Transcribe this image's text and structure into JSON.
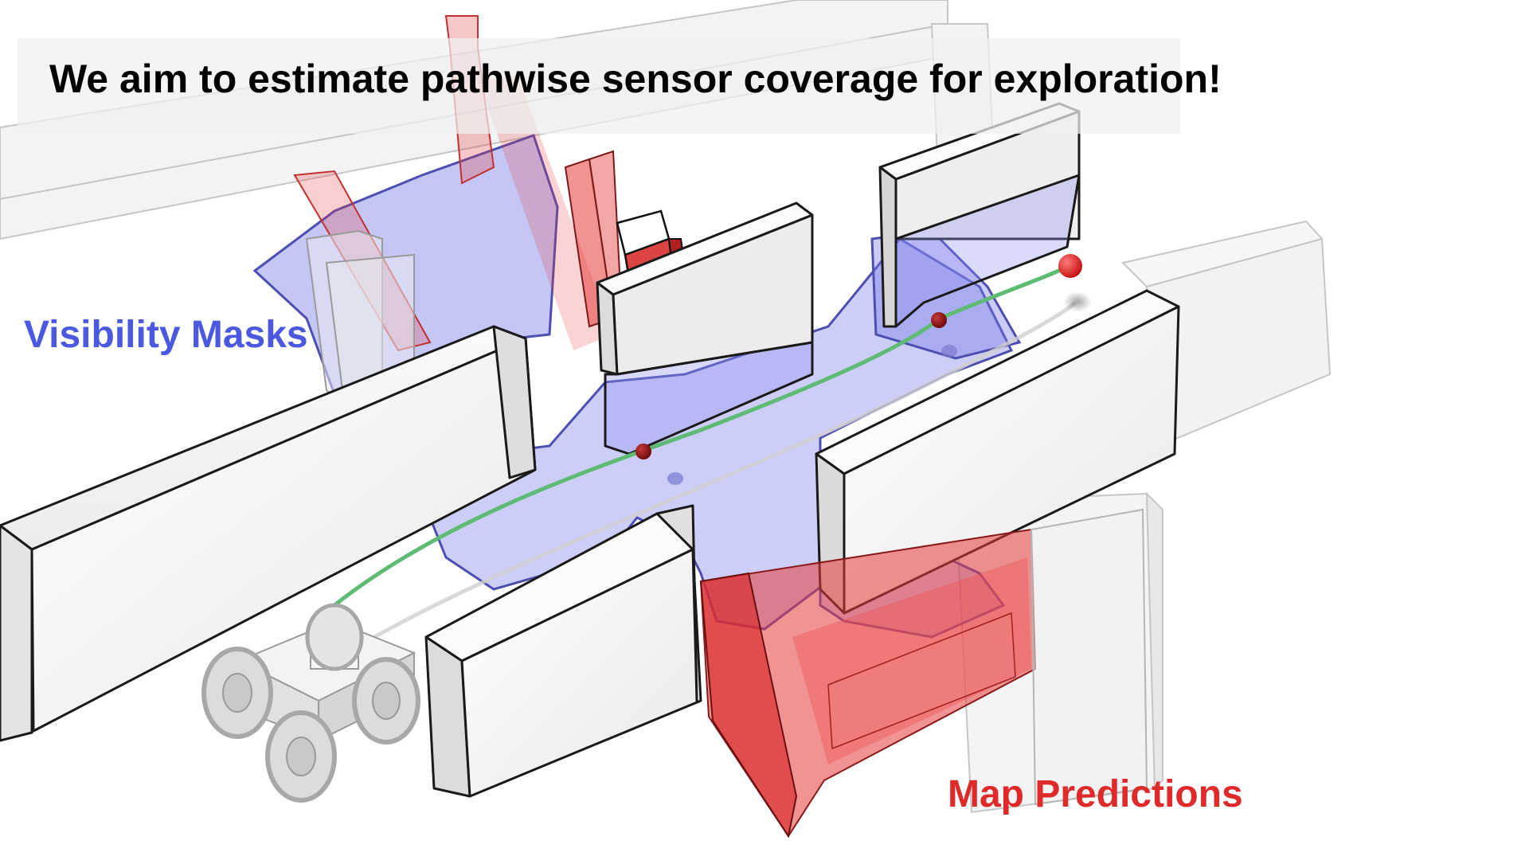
{
  "title": "We aim to estimate pathwise sensor coverage for exploration!",
  "labels": {
    "visibility_masks": "Visibility Masks",
    "map_predictions": "Map Predictions"
  },
  "colors": {
    "visibility_mask": "#6f74e6",
    "visibility_text": "#4a59e0",
    "map_prediction": "#e63a3a",
    "map_prediction_text": "#e02a2a",
    "path": "#5dbb74",
    "waypoint": "#8b1010",
    "goal": "#e21515",
    "wall_edge": "#1a1a1a"
  },
  "icons": {
    "robot": "rover-robot-icon",
    "goal": "goal-sphere-icon",
    "waypoint": "waypoint-marker-icon"
  }
}
